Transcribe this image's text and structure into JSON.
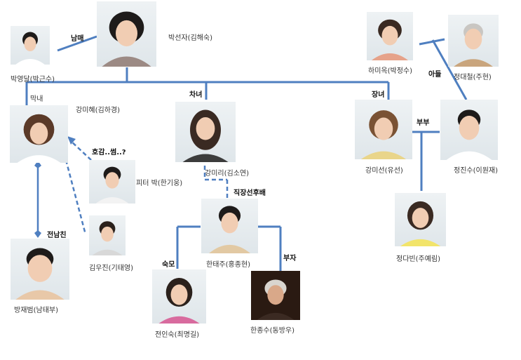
{
  "colors": {
    "line": "#4f7fc0",
    "skin": "#f1cdb3",
    "hair_dark": "#1e1b1a",
    "hair_brown": "#5b3a28",
    "hair_gray": "#c9c6c2"
  },
  "people": {
    "park_seonja": {
      "name": "박선자(김해숙)",
      "icon": "person-portrait-icon"
    },
    "park_youngdal": {
      "name": "박영달(박근수)",
      "icon": "person-portrait-icon"
    },
    "ha_miok": {
      "name": "하미옥(박정수)",
      "icon": "person-portrait-icon"
    },
    "jung_daecheol": {
      "name": "정대철(주현)",
      "icon": "person-portrait-icon"
    },
    "kang_mihye": {
      "name": "강미혜(김하경)",
      "icon": "person-portrait-icon"
    },
    "kang_miri": {
      "name": "강미리(김소연)",
      "icon": "person-portrait-icon"
    },
    "kang_miseon": {
      "name": "강미선(유선)",
      "icon": "person-portrait-icon"
    },
    "jung_jinsu": {
      "name": "정진수(이원재)",
      "icon": "person-portrait-icon"
    },
    "peter_park": {
      "name": "피터 박(한기웅)",
      "icon": "person-portrait-icon"
    },
    "kim_woojin": {
      "name": "김우진(기태영)",
      "icon": "person-portrait-icon"
    },
    "bang_jaebeom": {
      "name": "방재범(남태부)",
      "icon": "person-portrait-icon"
    },
    "han_taeju": {
      "name": "한태주(홍종현)",
      "icon": "person-portrait-icon"
    },
    "jeon_insuk": {
      "name": "전인숙(최명길)",
      "icon": "person-portrait-icon"
    },
    "han_jongsu": {
      "name": "한종수(동방우)",
      "icon": "person-portrait-icon"
    },
    "jung_dabin": {
      "name": "정다빈(주예림)",
      "icon": "person-portrait-icon"
    }
  },
  "relations": {
    "siblings": "남매",
    "youngest": "막내",
    "second_daughter": "차녀",
    "eldest_daughter": "장녀",
    "son": "아들",
    "couple": "부부",
    "crush": "호감..썸..?",
    "boss_junior": "직장선후배",
    "ex_boyfriend": "전남친",
    "mother": "숙모",
    "father_son": "부자"
  }
}
